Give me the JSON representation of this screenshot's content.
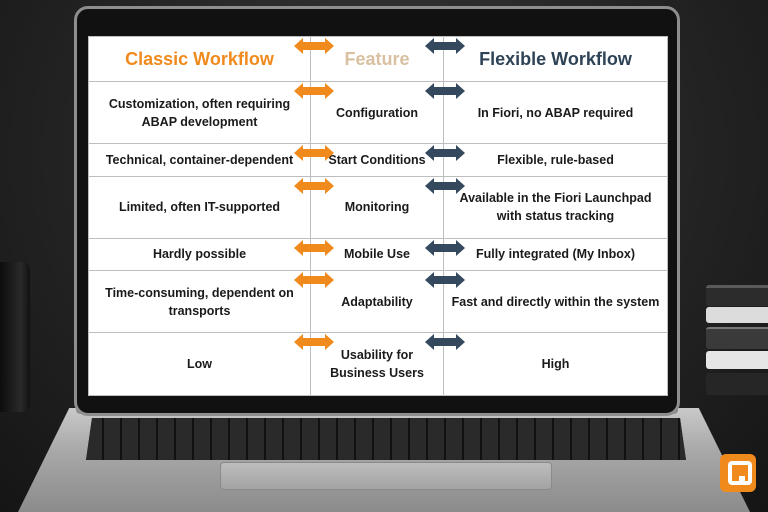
{
  "headers": {
    "classic": "Classic Workflow",
    "feature": "Feature",
    "flexible": "Flexible Workflow"
  },
  "rows": [
    {
      "classic": "Customization, often requiring ABAP development",
      "feature": "Configuration",
      "flexible": "In Fiori, no ABAP required"
    },
    {
      "classic": "Technical, container-dependent",
      "feature": "Start Conditions",
      "flexible": "Flexible, rule-based"
    },
    {
      "classic": "Limited, often IT-supported",
      "feature": "Monitoring",
      "flexible": "Available in the Fiori Launchpad with status tracking"
    },
    {
      "classic": "Hardly possible",
      "feature": "Mobile Use",
      "flexible": "Fully integrated (My Inbox)"
    },
    {
      "classic": "Time-consuming, dependent on transports",
      "feature": "Adaptability",
      "flexible": "Fast and directly within the system"
    },
    {
      "classic": "Low",
      "feature": "Usability for Business Users",
      "flexible": "High"
    }
  ],
  "colors": {
    "classic_accent": "#f08a1c",
    "feature_accent": "#d9c0a1",
    "flexible_accent": "#2f4356",
    "orange_arrow": "#f08a1c",
    "blue_arrow": "#34495e"
  },
  "icons": [
    "double-arrow-orange-icon",
    "double-arrow-blue-icon",
    "brand-logo-icon"
  ]
}
